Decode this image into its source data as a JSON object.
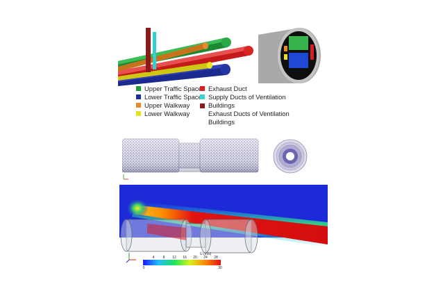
{
  "legend": {
    "left": [
      {
        "label": "Upper Traffic Space",
        "color": "#1f9a3a"
      },
      {
        "label": "Lower Traffic Space",
        "color": "#1c2f9e"
      },
      {
        "label": "Upper Walkway",
        "color": "#e88a2a"
      },
      {
        "label": "Lower Walkway",
        "color": "#e8e21c"
      }
    ],
    "right": [
      {
        "label": "Exhaust Duct",
        "color": "#d81e1e"
      },
      {
        "label": "Supply Ducts of Ventilation Buildings",
        "color": "#39d3d3",
        "lines": [
          "Supply Ducts of Ventilation",
          "Buildings"
        ]
      },
      {
        "label": "Exhaust Ducts of Ventilation Buildings",
        "color": "#8b1a1a",
        "lines": [
          "Exhaust Ducts of Ventilation",
          "Buildings"
        ]
      }
    ]
  },
  "colorbar": {
    "title": "U (m/s)",
    "ticks_top": [
      "4",
      "8",
      "12",
      "16",
      "20",
      "24",
      "28"
    ],
    "min": "0",
    "max": "30",
    "colors": [
      "#1a1aff",
      "#1ec0ff",
      "#1be35a",
      "#d4f21a",
      "#ff8a00",
      "#e11212"
    ]
  }
}
